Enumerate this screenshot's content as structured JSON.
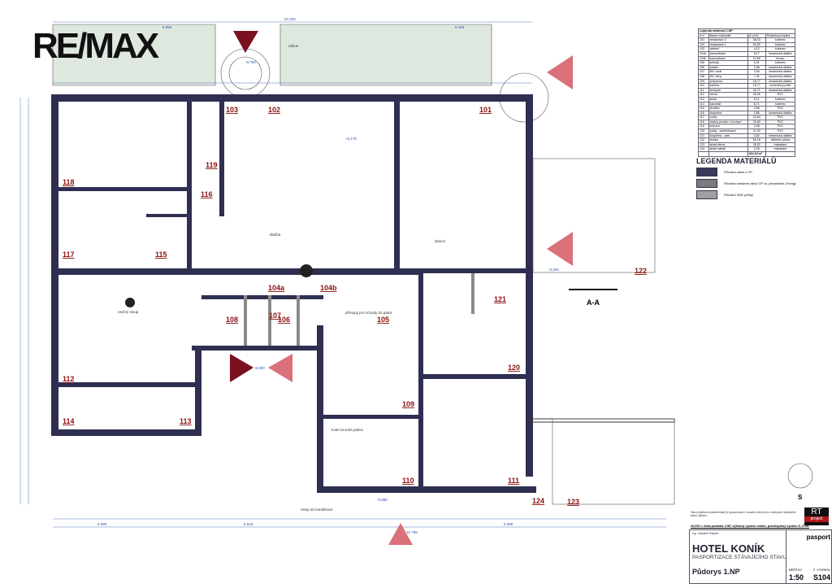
{
  "logo": "RE/MAX",
  "rooms": {
    "r101": "101",
    "r102": "102",
    "r103": "103",
    "r104a": "104a",
    "r104b": "104b",
    "r105": "105",
    "r106": "106",
    "r107": "107",
    "r108": "108",
    "r109": "109",
    "r110": "110",
    "r111": "111",
    "r112": "112",
    "r113": "113",
    "r114": "114",
    "r115": "115",
    "r116": "116",
    "r117": "117",
    "r118": "118",
    "r119": "119",
    "r120": "120",
    "r121": "121",
    "r122": "122",
    "r123": "123",
    "r124": "124"
  },
  "plan_labels": {
    "overall": "24 323",
    "d1": "8 550",
    "d2": "6 160",
    "d3": "5 915",
    "d4": "6 580",
    "d5": "10 795",
    "d6": "6 990",
    "level1": "-0,750",
    "level2": "+0,175",
    "level3": "-0,400",
    "level4": "-0,900",
    "level5": "-0,885",
    "zahon": "záhon",
    "dlazba": "dlažba",
    "lamino": "lamino",
    "kotel": "kotel na tuhá paliva",
    "sklep": "vstup do kanalizace",
    "section": "A-A",
    "north": "S",
    "stairs": "přístupy pro schody do patra",
    "column": "otočný sloup"
  },
  "room_table": {
    "title": "Legenda místností 1.NP",
    "headers": [
      "m.č.",
      "Název místnosti",
      "pl. [m2]",
      "Podlahová krytina"
    ],
    "rows": [
      [
        "101",
        "restaurace 2",
        "48,15",
        "koberec"
      ],
      [
        "102",
        "restaurace 1",
        "63,52",
        "koberec"
      ],
      [
        "103",
        "zádveří",
        "4,12",
        "koberec"
      ],
      [
        "104a",
        "komunikace",
        "8,17",
        "keramická dlažba"
      ],
      [
        "104b",
        "komunikace",
        "10,69",
        "teraco"
      ],
      [
        "105",
        "schody",
        "6,31",
        "koberec"
      ],
      [
        "106",
        "prádlo",
        "2,86",
        "keramická dlažba"
      ],
      [
        "107",
        "WC muži",
        "3,94",
        "keramická dlažba"
      ],
      [
        "108",
        "WC ženy",
        "7,31",
        "keramická dlažba"
      ],
      [
        "109",
        "přípravna",
        "18,77",
        "keramická dlažba"
      ],
      [
        "110",
        "kotelna",
        "15,77",
        "cementový potěr"
      ],
      [
        "111",
        "kuchyně",
        "26,71",
        "keramická dlažba"
      ],
      [
        "112",
        "herna",
        "39,06",
        "PVC"
      ],
      [
        "113",
        "sklad",
        "5,11",
        "koberec"
      ],
      [
        "114",
        "kancelář",
        "6,71",
        "koberec"
      ],
      [
        "115",
        "chodba",
        "4,56",
        "PVC"
      ],
      [
        "116",
        "koupelna",
        "3,86",
        "keramická dlažba"
      ],
      [
        "117",
        "pokoj",
        "16,64",
        "PVC"
      ],
      [
        "118",
        "obytný prostor s kuchyní",
        "29,69",
        "PVC"
      ],
      [
        "119",
        "komora",
        "3,48",
        "PVC"
      ],
      [
        "120",
        "pokoj - zaměstnanci",
        "21,30",
        "PVC"
      ],
      [
        "121",
        "koupelna - zam.",
        "3,82",
        "keramická dlažba"
      ],
      [
        "122",
        "terasa",
        "53,18",
        "dlažební prkna"
      ],
      [
        "123",
        "sklad dřeva",
        "28,52",
        "makadam"
      ],
      [
        "124",
        "sklad nářadí",
        "2,09",
        "makadam"
      ]
    ],
    "total": "414,18 m²"
  },
  "legend": {
    "title": "LEGENDA MATERIÁLŮ",
    "items": [
      {
        "label": "Původní zdivo z CP",
        "color": "#3a3a5e"
      },
      {
        "label": "Původní smíšené zdivo CP vs. pěnobeton (Ytong)",
        "color": "#7a7a80"
      },
      {
        "label": "Původní SDK příčky",
        "color": "#a0a0a4"
      }
    ]
  },
  "title_block": {
    "note": "Tato projektová dokumentace je zpracována v rozsahu nutném pro zachycení stávajícího stavu objektu.",
    "header": "±0,000 = čistá podlaha 1.NP, výškový systém místní, polohopisný systém S-JTSK",
    "author": "Ing. Vlastimil Rapant",
    "hotel": "HOTEL KONÍK",
    "subtitle": "PASPORTIZACE STÁVAJÍCÍHO STAVU",
    "plan": "Půdorys 1.NP",
    "stage": "pasport",
    "scale_label": "MĚŘÍTKO",
    "scale": "1:50",
    "number_label": "Č. VÝKRESU",
    "number": "S104",
    "company": "RT",
    "company_sub": "project"
  },
  "colors": {
    "wall": "#2f2f52",
    "terrace": "#dfe8df",
    "marker": "#d9707a",
    "room": "#8b1010"
  }
}
